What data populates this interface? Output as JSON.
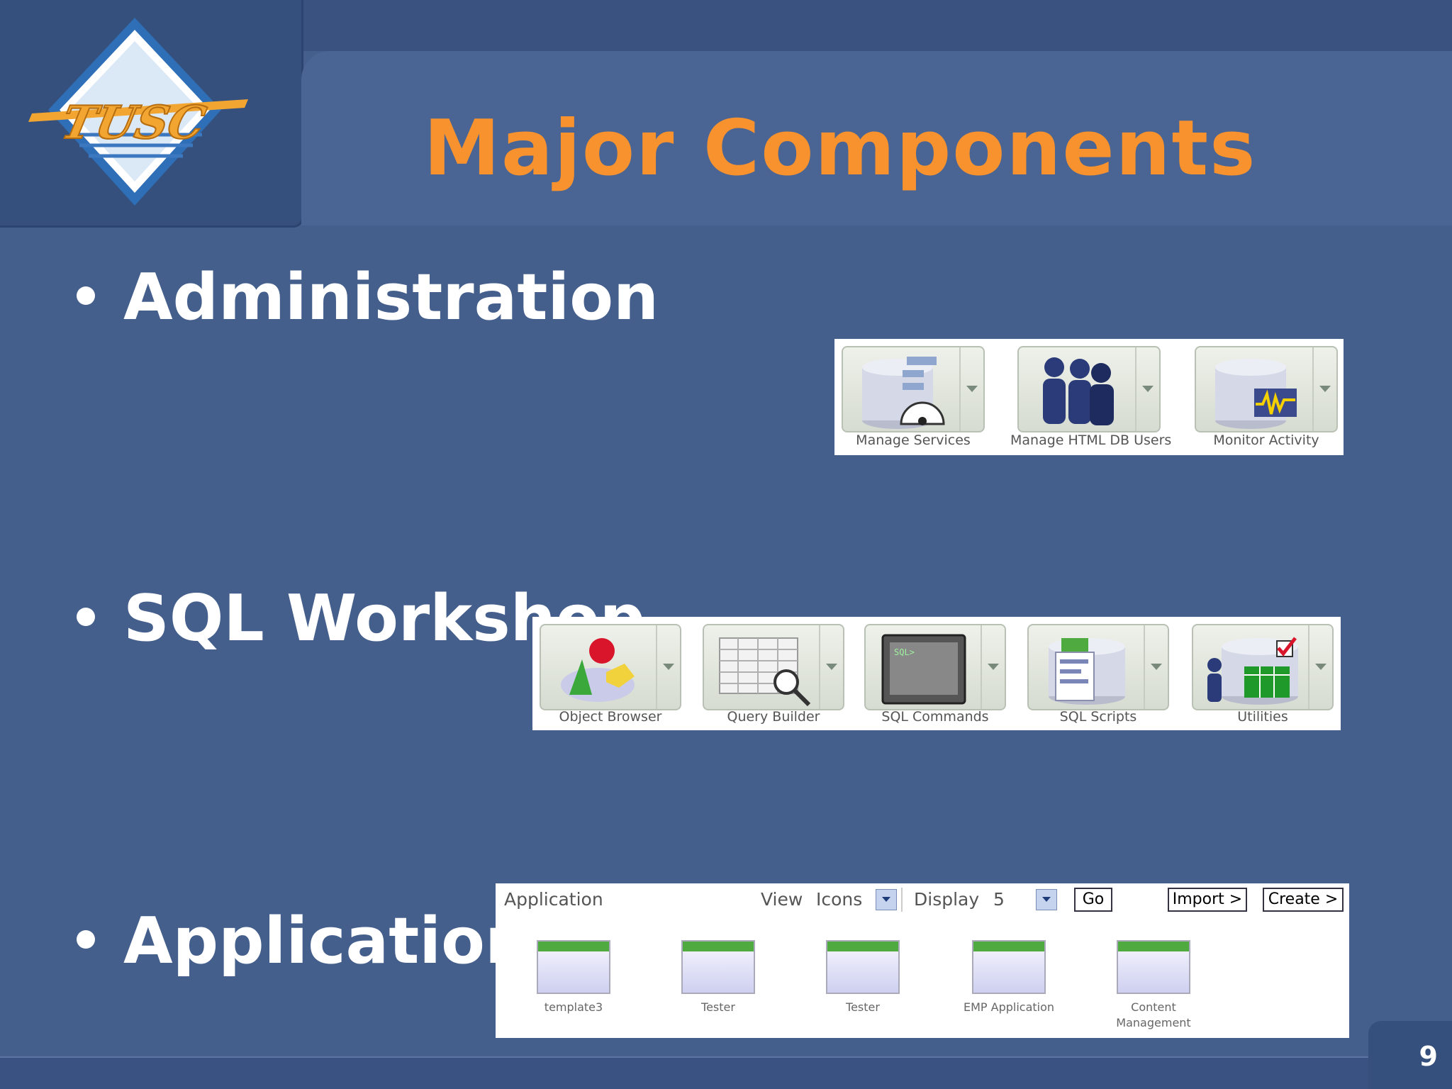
{
  "slide": {
    "title": "Major Components",
    "page_number": "9",
    "logo_text": "TUSC",
    "bullets": [
      "Administration",
      "SQL Workshop",
      "Application"
    ]
  },
  "administration_panel": {
    "items": [
      {
        "label": "Manage Services",
        "icon": "database-gauge-icon"
      },
      {
        "label": "Manage HTML DB Users",
        "icon": "users-icon"
      },
      {
        "label": "Monitor Activity",
        "icon": "database-activity-icon"
      }
    ]
  },
  "sql_workshop_panel": {
    "items": [
      {
        "label": "Object Browser",
        "icon": "shapes-icon"
      },
      {
        "label": "Query Builder",
        "icon": "grid-magnifier-icon"
      },
      {
        "label": "SQL Commands",
        "icon": "monitor-icon"
      },
      {
        "label": "SQL Scripts",
        "icon": "database-scripts-icon"
      },
      {
        "label": "Utilities",
        "icon": "utilities-icon"
      }
    ]
  },
  "application_panel": {
    "heading": "Application",
    "view_label": "View",
    "view_value": "Icons",
    "display_label": "Display",
    "display_value": "5",
    "go_label": "Go",
    "import_label": "Import >",
    "create_label": "Create >",
    "apps": [
      {
        "name": "template3"
      },
      {
        "name": "Tester"
      },
      {
        "name": "Tester"
      },
      {
        "name": "EMP Application"
      },
      {
        "name": "Content Management"
      }
    ]
  }
}
